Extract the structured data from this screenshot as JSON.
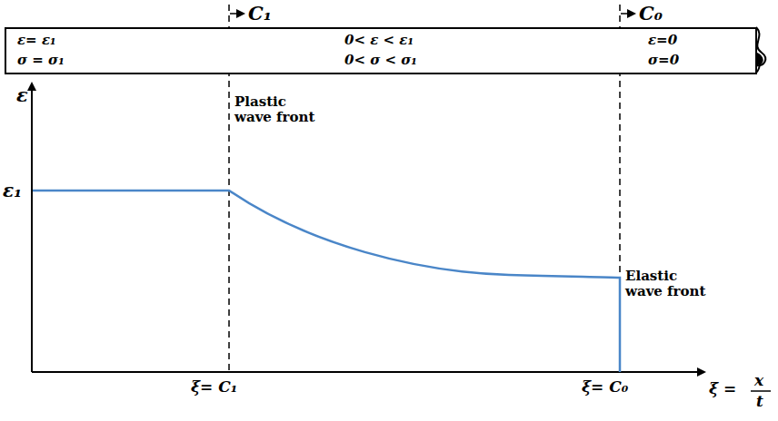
{
  "diagram": {
    "nodes": [
      {
        "text": [
          "ε= ε₁",
          "σ = σ₁",
          "0< ε < ε₁",
          "0< σ < σ₁",
          "ε=0",
          "σ=0"
        ]
      }
    ],
    "labels": [
      "C₁",
      "C₀",
      "ε",
      "ε₁",
      "Plastic wave front",
      "Elastic wave front",
      "ξ= C₁",
      "ξ= C₀",
      "ξ =",
      "x",
      "t"
    ]
  }
}
